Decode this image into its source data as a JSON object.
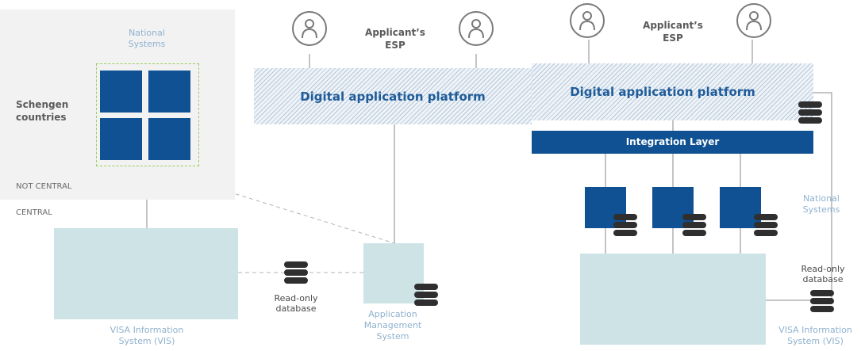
{
  "left_panel": {
    "national_systems_label": "National\nSystems",
    "schengen_label": "Schengen\ncountries",
    "not_central_label": "NOT CENTRAL",
    "central_label": "CENTRAL",
    "vis_label": "VISA Information\nSystem (VIS)",
    "readonly_label": "Read-only\ndatabase"
  },
  "middle_panel": {
    "applicant_label": "Applicant’s\nESP",
    "platform_label": "Digital application platform",
    "ams_label": "Application\nManagement\nSystem"
  },
  "right_panel": {
    "applicant_label": "Applicant’s\nESP",
    "platform_label": "Digital application platform",
    "integration_label": "Integration Layer",
    "national_systems_label": "National\nSystems",
    "readonly_label": "Read-only\ndatabase",
    "vis_label": "VISA Information\nSystem (VIS)"
  },
  "icons": [
    "person-icon",
    "database-icon"
  ],
  "colors": {
    "navy": "#0f5192",
    "teal_box": "#cde3e5",
    "label_blue": "#8fb2cf",
    "platform_text": "#1f5c99",
    "region_grey": "#f2f2f2",
    "dashed_border_green": "#9acd5a"
  }
}
